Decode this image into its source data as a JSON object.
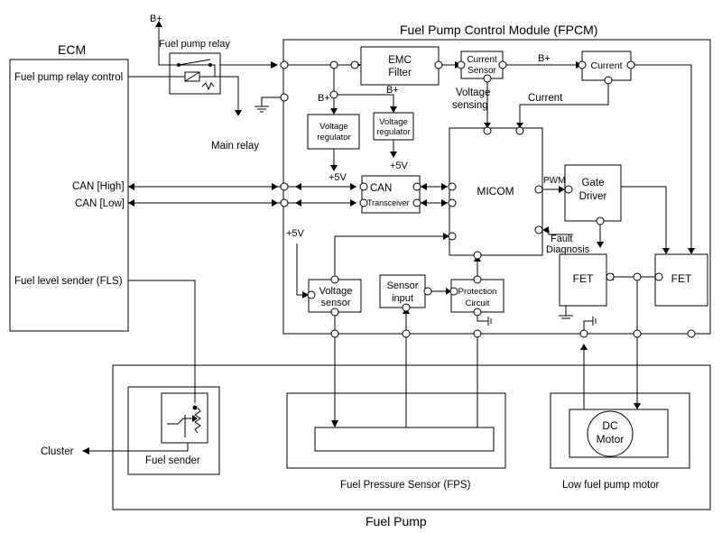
{
  "labels": {
    "b_plus_relay": "B+",
    "fuel_pump_relay": "Fuel pump relay",
    "fpcm_title": "Fuel Pump Control Module (FPCM)",
    "ecm": "ECM",
    "fuel_pump_relay_control": "Fuel pump relay control",
    "main_relay": "Main relay",
    "emc_filter_1": "EMC",
    "emc_filter_2": "Filter",
    "current_sensor_1": "Current",
    "current_sensor_2": "Sensor",
    "b_plus_cs": "B+",
    "current_box": "Current",
    "voltage_sensing_1": "Voltage",
    "voltage_sensing_2": "sensing",
    "current_label": "Current",
    "b_plus_vr1": "B+",
    "b_plus_vr2": "B+",
    "vreg1_1": "Voltage",
    "vreg1_2": "regulator",
    "vreg2_1": "Voltage",
    "vreg2_2": "regulator",
    "plus5v_1": "+5V",
    "plus5v_2": "+5V",
    "can_high": "CAN [High]",
    "can_low": "CAN [Low]",
    "can_box_1": "CAN",
    "can_box_2": "Transceiver",
    "micom": "MICOM",
    "pwm": "PWM",
    "gate_driver_1": "Gate",
    "gate_driver_2": "Driver",
    "plus5v_3": "+5V",
    "fault_1": "Fault",
    "fault_2": "Diagnosis",
    "fet_left": "FET",
    "fet_right": "FET",
    "fls": "Fuel level sender (FLS)",
    "vsensor_1": "Voltage",
    "vsensor_2": "sensor",
    "sinput_1": "Sensor",
    "sinput_2": "input",
    "prot_1": "Protection",
    "prot_2": "Circuit",
    "cluster": "Cluster",
    "fuel_sender": "Fuel sender",
    "fps": "Fuel Pressure Sensor (FPS)",
    "motor_1": "DC",
    "motor_2": "Motor",
    "low_fuel_pump_motor": "Low fuel pump motor",
    "fuel_pump": "Fuel Pump"
  }
}
